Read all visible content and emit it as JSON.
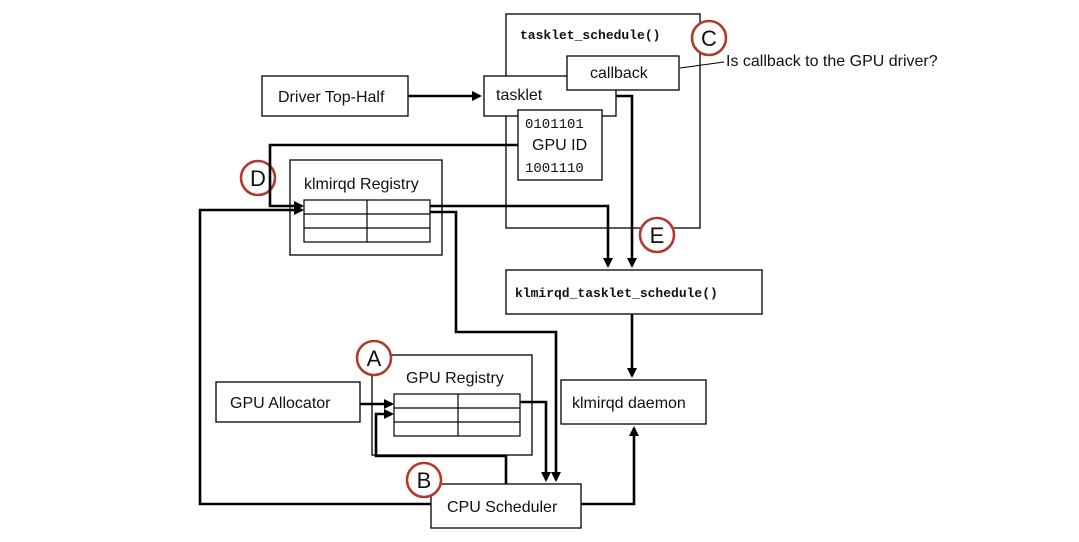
{
  "tasklet_schedule": {
    "title": "tasklet_schedule()"
  },
  "callback": {
    "label": "callback",
    "question": "Is callback to the GPU driver?"
  },
  "tasklet": {
    "label": "tasklet",
    "bits_top": "0101101",
    "gpu_id": "GPU ID",
    "bits_bottom": "1001110"
  },
  "driver_top_half": {
    "label": "Driver Top-Half"
  },
  "klmirqd_registry": {
    "label": "klmirqd Registry"
  },
  "klmirqd_tasklet_schedule": {
    "label": "klmirqd_tasklet_schedule()"
  },
  "gpu_registry": {
    "label": "GPU Registry"
  },
  "gpu_allocator": {
    "label": "GPU Allocator"
  },
  "klmirqd_daemon": {
    "label": "klmirqd daemon"
  },
  "cpu_scheduler": {
    "label": "CPU Scheduler"
  },
  "markers": {
    "a": "A",
    "b": "B",
    "c": "C",
    "d": "D",
    "e": "E"
  },
  "colors": {
    "marker_ring": "#b03a2e",
    "line": "#000000",
    "background": "#ffffff"
  }
}
